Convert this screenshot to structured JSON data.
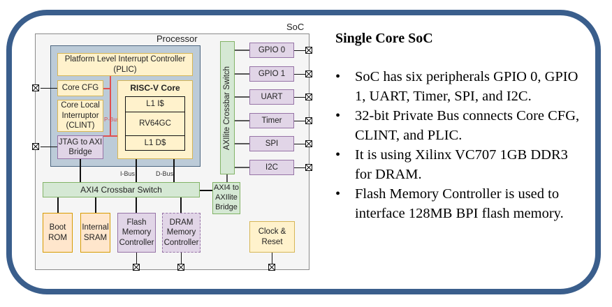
{
  "diagram": {
    "soc_label": "SoC",
    "processor_label": "Processor",
    "plic": "Platform Level Interrupt Controller (PLIC)",
    "core_cfg": "Core CFG",
    "clint": "Core Local Interruptor (CLINT)",
    "jtag": "JTAG to AXI Bridge",
    "riscv_core": "RISC-V Core",
    "l1_icache": "L1 I$",
    "rv64gc": "RV64GC",
    "l1_dcache": "L1 D$",
    "pbus": "P-Bus",
    "ibus": "I-Bus",
    "dbus": "D-Bus",
    "axi4_crossbar": "AXI4 Crossbar Switch",
    "axilite_crossbar": "AXIlite Crossbar Switch",
    "axi4_to_axilite": "AXI4 to AXIlite Bridge",
    "peripherals": [
      "GPIO 0",
      "GPIO 1",
      "UART",
      "Timer",
      "SPI",
      "I2C"
    ],
    "boot_rom": "Boot ROM",
    "internal_sram": "Internal SRAM",
    "flash_ctrl": "Flash Memory Controller",
    "dram_ctrl": "DRAM Memory Controller",
    "clock_reset": "Clock & Reset",
    "colors": {
      "frame": "#3a5e8c",
      "yellow_fill": "#fff2cc",
      "purple_fill": "#e1d5e7",
      "green_fill": "#d5e8d4",
      "orange_fill": "#ffe6cc",
      "processor_fill": "#bccbd8",
      "private_bus": "#e05050"
    }
  },
  "text_panel": {
    "title": "Single Core SoC",
    "bullets": [
      "SoC has six peripherals GPIO 0, GPIO 1, UART, Timer, SPI, and I2C.",
      "32-bit Private Bus connects Core CFG, CLINT, and PLIC.",
      "It is using Xilinx VC707 1GB DDR3 for DRAM.",
      "Flash Memory Controller is used to interface 128MB BPI flash memory."
    ]
  }
}
